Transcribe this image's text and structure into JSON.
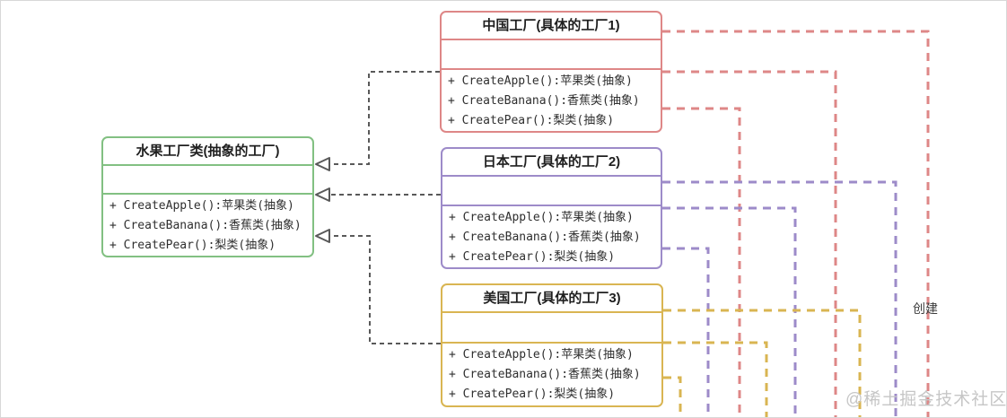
{
  "colors": {
    "green": "#82c082",
    "red": "#de8787",
    "purple": "#9d8bc9",
    "yellow": "#d9b552",
    "connector": "#595959",
    "watermark": "#c6c6c6"
  },
  "boxes": {
    "abstract": {
      "title": "水果工厂类(抽象的工厂)",
      "methods": [
        "+ CreateApple():苹果类(抽象)",
        "+ CreateBanana():香蕉类(抽象)",
        "+ CreatePear():梨类(抽象)"
      ]
    },
    "china": {
      "title": "中国工厂(具体的工厂1)",
      "methods": [
        "+ CreateApple():苹果类(抽象)",
        "+ CreateBanana():香蕉类(抽象)",
        "+ CreatePear():梨类(抽象)"
      ]
    },
    "japan": {
      "title": "日本工厂(具体的工厂2)",
      "methods": [
        "+ CreateApple():苹果类(抽象)",
        "+ CreateBanana():香蕉类(抽象)",
        "+ CreatePear():梨类(抽象)"
      ]
    },
    "usa": {
      "title": "美国工厂(具体的工厂3)",
      "methods": [
        "+ CreateApple():苹果类(抽象)",
        "+ CreateBanana():香蕉类(抽象)",
        "+ CreatePear():梨类(抽象)"
      ]
    }
  },
  "labels": {
    "create": "创建",
    "watermark": "@稀土掘金技术社区"
  }
}
